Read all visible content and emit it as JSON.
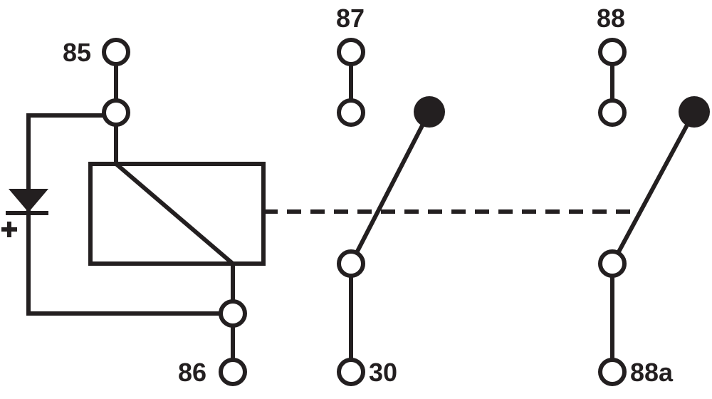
{
  "diagram": {
    "terminals": {
      "t85": "85",
      "t86": "86",
      "t87": "87",
      "t88": "88",
      "t30": "30",
      "t88a": "88a"
    },
    "polarity": "+",
    "ink_color": "#231f20"
  }
}
